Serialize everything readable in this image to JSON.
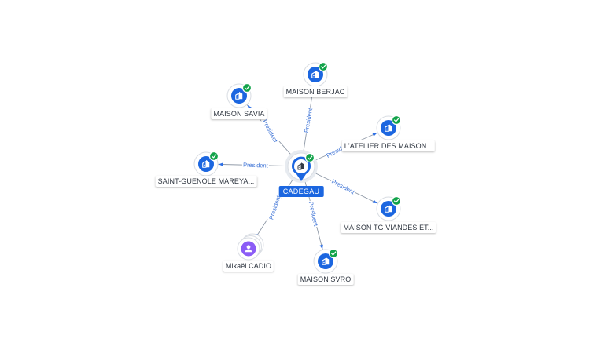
{
  "center": {
    "label": "CADEGAU",
    "icon": "company-icon",
    "verified": true,
    "accent": "#1b66e0"
  },
  "relation_label": "President",
  "nodes": [
    {
      "id": "maison-berjac",
      "label": "MAISON BERJAC",
      "type": "company",
      "verified": true,
      "relation": "President"
    },
    {
      "id": "maison-savia",
      "label": "MAISON SAVIA",
      "type": "company",
      "verified": true,
      "relation": "President"
    },
    {
      "id": "latelier",
      "label": "L'ATELIER DES MAISON...",
      "type": "company",
      "verified": true,
      "relation": "President"
    },
    {
      "id": "saint-guenole",
      "label": "SAINT-GUENOLE MAREYA...",
      "type": "company",
      "verified": true,
      "relation": "President"
    },
    {
      "id": "maison-tg",
      "label": "MAISON TG VIANDES ET...",
      "type": "company",
      "verified": true,
      "relation": "President"
    },
    {
      "id": "mikael-cadio",
      "label": "Mikaël CADIO",
      "type": "person",
      "verified": false,
      "relation": "President"
    },
    {
      "id": "maison-svro",
      "label": "MAISON SVRO",
      "type": "company",
      "verified": true,
      "relation": "President"
    }
  ],
  "colors": {
    "company": "#1b66e0",
    "person": "#8b5cf6",
    "verified": "#12a34a",
    "edge": "#8e98a6",
    "edge_label": "#3c72d6"
  }
}
